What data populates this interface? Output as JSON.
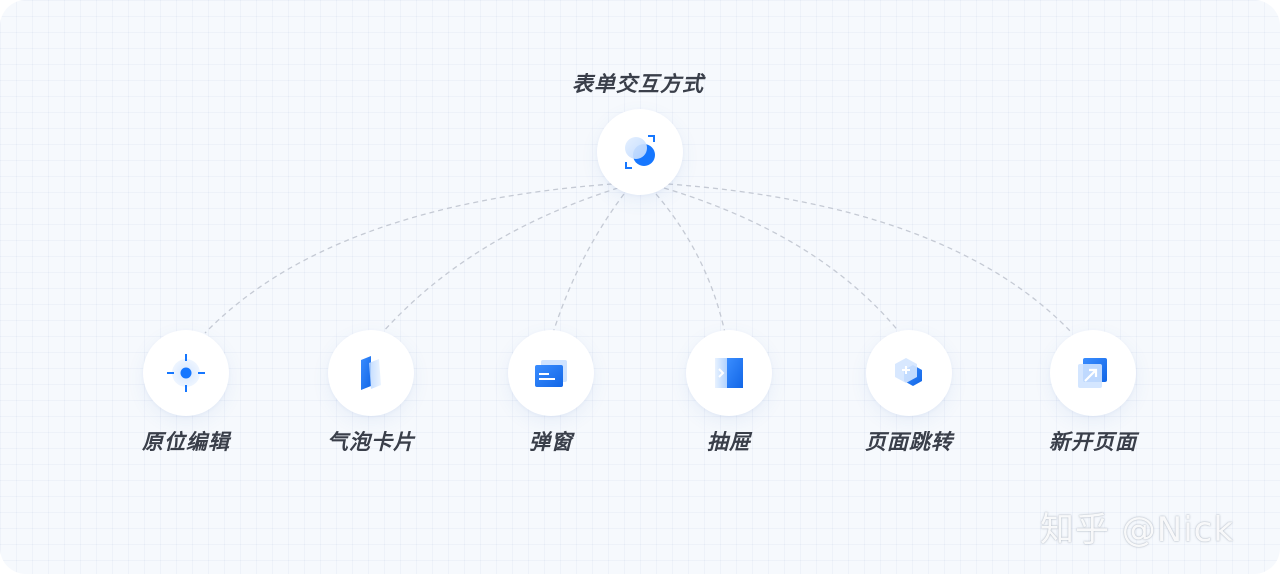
{
  "root": {
    "label": "表单交互方式",
    "icon": "overlap-circles-icon"
  },
  "children": [
    {
      "label": "原位编辑",
      "icon": "target-crosshair-icon"
    },
    {
      "label": "气泡卡片",
      "icon": "bubble-card-icon"
    },
    {
      "label": "弹窗",
      "icon": "dialog-window-icon"
    },
    {
      "label": "抽屉",
      "icon": "drawer-panel-icon"
    },
    {
      "label": "页面跳转",
      "icon": "hexagon-jump-icon"
    },
    {
      "label": "新开页面",
      "icon": "new-page-arrow-icon"
    }
  ],
  "watermark": "知乎 @Nick",
  "colors": {
    "accent": "#1677ff",
    "accent_light": "#9ec6ff",
    "label_text": "#3a3f4a",
    "connector": "#c7ccd6",
    "background": "#f6f9fd"
  }
}
